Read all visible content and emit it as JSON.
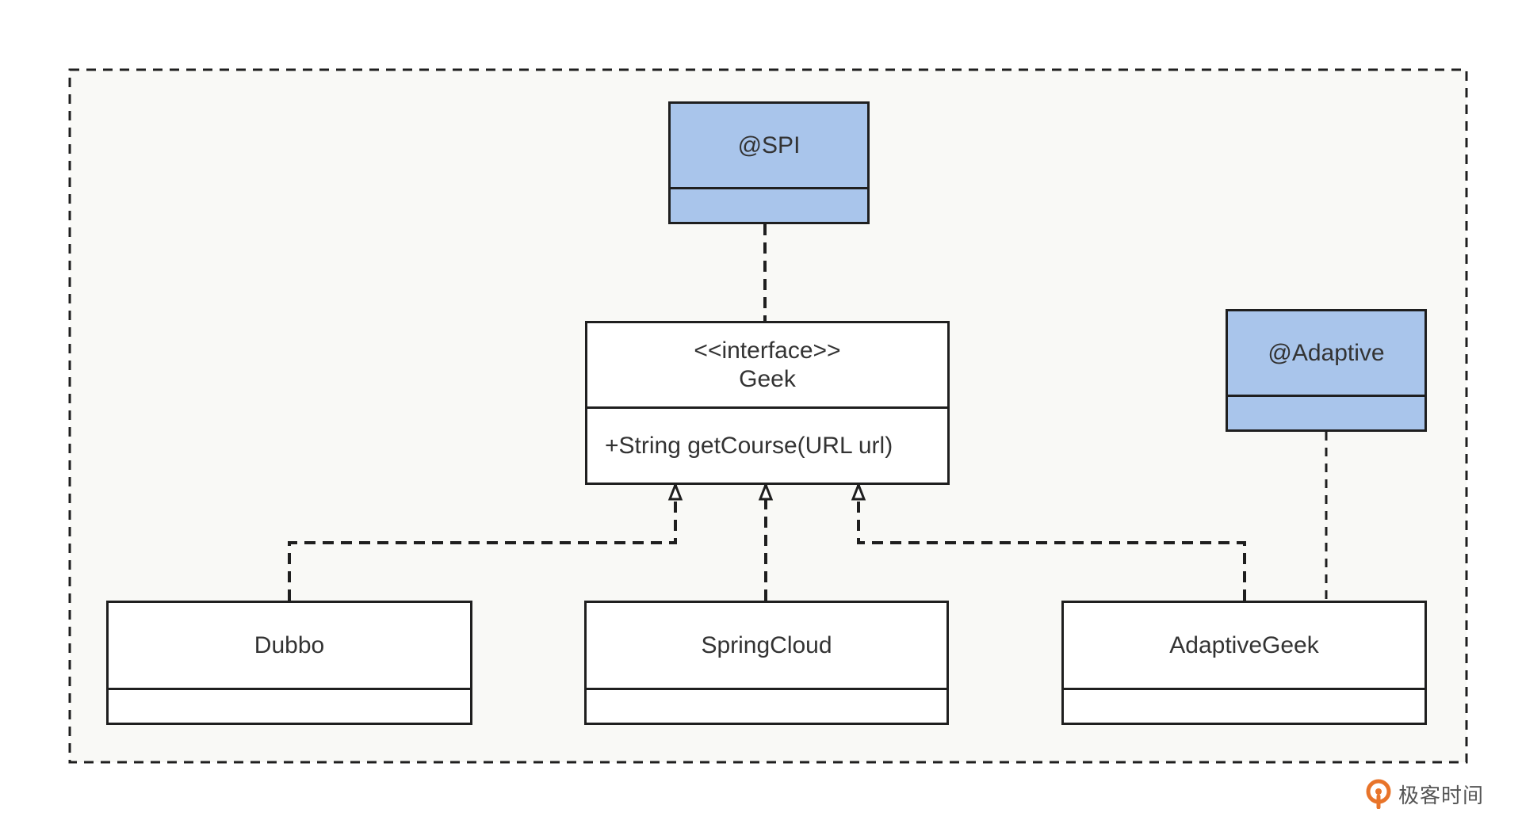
{
  "spi": {
    "title": "@SPI"
  },
  "adaptive": {
    "title": "@Adaptive"
  },
  "geek": {
    "stereotype": "<<interface>>",
    "name": "Geek",
    "method": "+String getCourse(URL url)"
  },
  "dubbo": {
    "name": "Dubbo"
  },
  "springcloud": {
    "name": "SpringCloud"
  },
  "adaptivegeek": {
    "name": "AdaptiveGeek"
  },
  "watermark": {
    "text": "极客时间",
    "icon": "geektime-logo-icon"
  },
  "colors": {
    "annotation_fill": "#a9c5eb",
    "frame_bg": "#f9f9f6",
    "line": "#1f1f1f",
    "logo_accent": "#e8742a"
  }
}
